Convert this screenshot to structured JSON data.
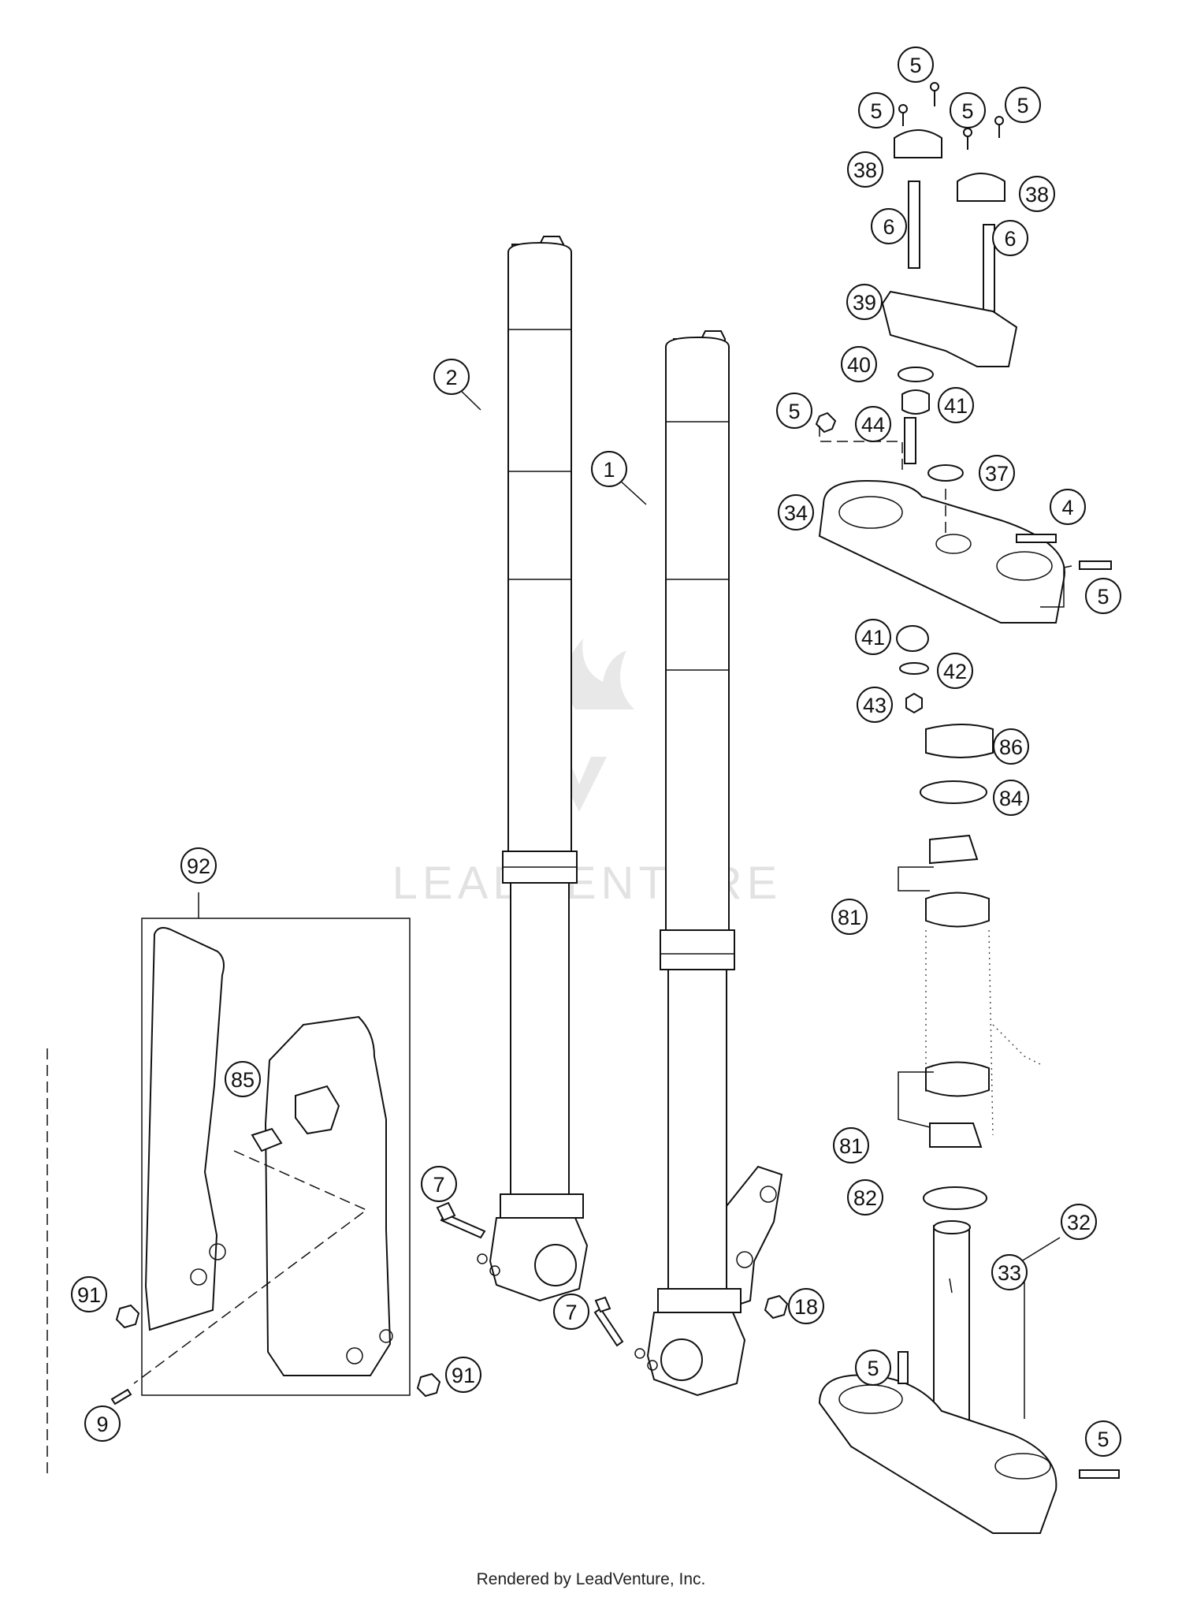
{
  "footer": "Rendered by LeadVenture, Inc.",
  "watermark": "LEADVENTURE",
  "callouts": [
    {
      "id": "c-5-a",
      "label": "5"
    },
    {
      "id": "c-5-b",
      "label": "5"
    },
    {
      "id": "c-5-c",
      "label": "5"
    },
    {
      "id": "c-5-d",
      "label": "5"
    },
    {
      "id": "c-38-a",
      "label": "38"
    },
    {
      "id": "c-38-b",
      "label": "38"
    },
    {
      "id": "c-6-a",
      "label": "6"
    },
    {
      "id": "c-6-b",
      "label": "6"
    },
    {
      "id": "c-39",
      "label": "39"
    },
    {
      "id": "c-40",
      "label": "40"
    },
    {
      "id": "c-41-a",
      "label": "41"
    },
    {
      "id": "c-5-e",
      "label": "5"
    },
    {
      "id": "c-44",
      "label": "44"
    },
    {
      "id": "c-37",
      "label": "37"
    },
    {
      "id": "c-34",
      "label": "34"
    },
    {
      "id": "c-4",
      "label": "4"
    },
    {
      "id": "c-5-f",
      "label": "5"
    },
    {
      "id": "c-41-b",
      "label": "41"
    },
    {
      "id": "c-42",
      "label": "42"
    },
    {
      "id": "c-43",
      "label": "43"
    },
    {
      "id": "c-86",
      "label": "86"
    },
    {
      "id": "c-84",
      "label": "84"
    },
    {
      "id": "c-81-a",
      "label": "81"
    },
    {
      "id": "c-81-b",
      "label": "81"
    },
    {
      "id": "c-82",
      "label": "82"
    },
    {
      "id": "c-32",
      "label": "32"
    },
    {
      "id": "c-33",
      "label": "33"
    },
    {
      "id": "c-5-g",
      "label": "5"
    },
    {
      "id": "c-5-h",
      "label": "5"
    },
    {
      "id": "c-2",
      "label": "2"
    },
    {
      "id": "c-1",
      "label": "1"
    },
    {
      "id": "c-92",
      "label": "92"
    },
    {
      "id": "c-85",
      "label": "85"
    },
    {
      "id": "c-7-a",
      "label": "7"
    },
    {
      "id": "c-7-b",
      "label": "7"
    },
    {
      "id": "c-18",
      "label": "18"
    },
    {
      "id": "c-91-a",
      "label": "91"
    },
    {
      "id": "c-91-b",
      "label": "91"
    },
    {
      "id": "c-9",
      "label": "9"
    }
  ]
}
